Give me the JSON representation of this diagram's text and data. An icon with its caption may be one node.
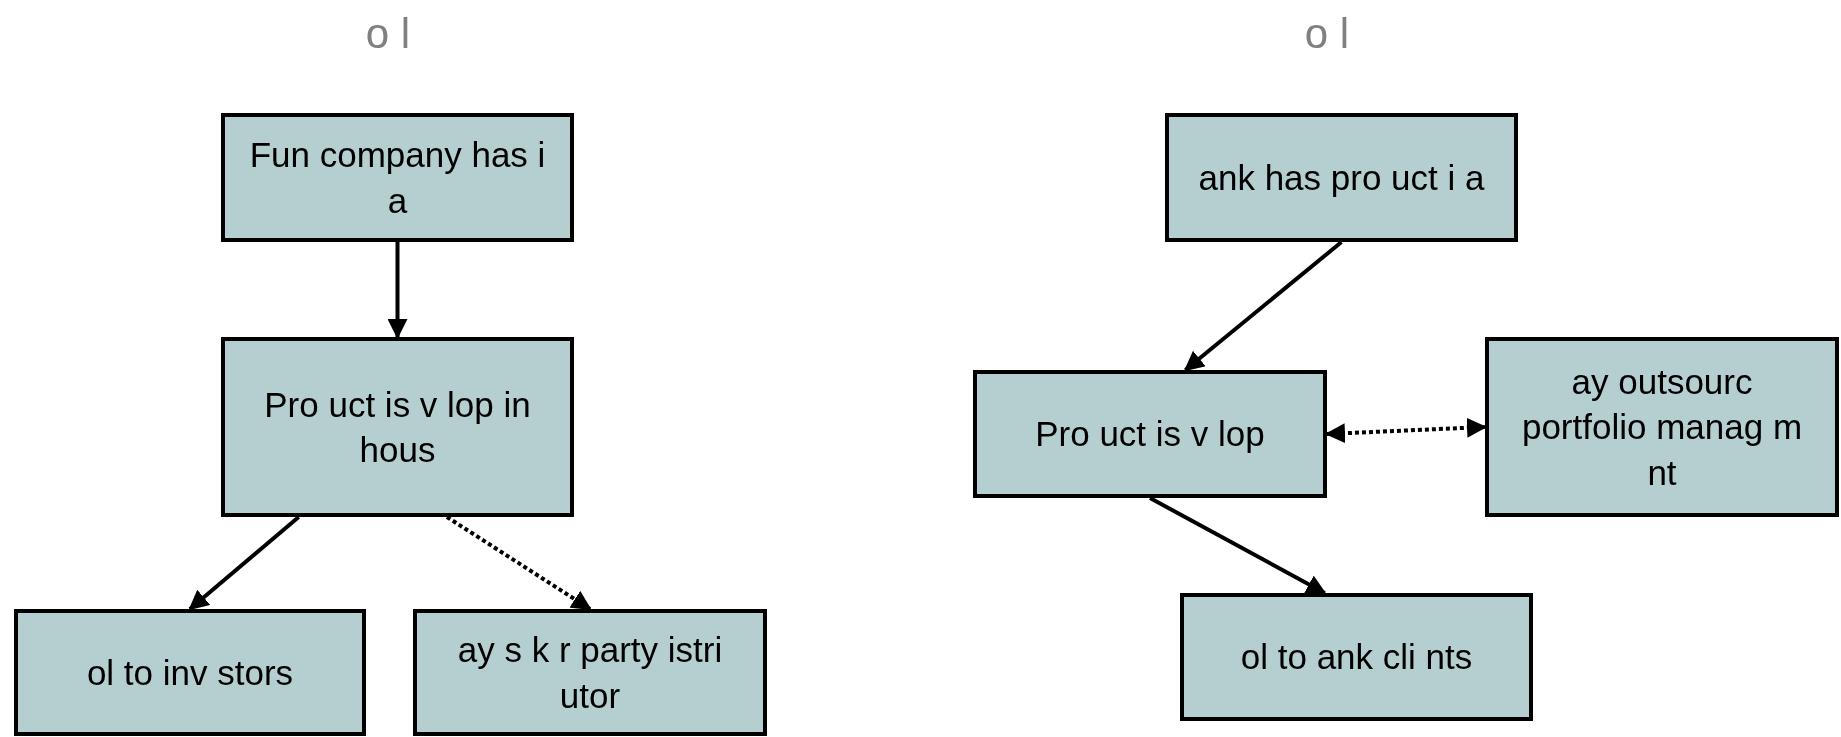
{
  "diagram": {
    "nodes": [
      {
        "text": [
          "Fun company has i a"
        ]
      },
      {
        "text": [
          "Pro uct is v lop in hous"
        ]
      },
      {
        "text": [
          "ol to inv stors"
        ]
      },
      {
        "text": [
          "ay s k r party istri utor"
        ]
      },
      {
        "text": [
          "ank has pro uct i a"
        ]
      },
      {
        "text": [
          "Pro uct is v lop"
        ]
      },
      {
        "text": [
          "ay outsourc portfolio manag m nt"
        ]
      },
      {
        "text": [
          "ol to ank cli nts"
        ]
      }
    ],
    "edges": [
      {
        "from": 0,
        "to": 1,
        "arrow": "to"
      },
      {
        "from": 1,
        "to": 2,
        "arrow": "to"
      },
      {
        "from": 1,
        "to": 3,
        "arrow": "to",
        "style": "dashed"
      },
      {
        "from": 4,
        "to": 5,
        "arrow": "to"
      },
      {
        "from": 5,
        "to": 6,
        "arrow": "both",
        "style": "dashed"
      },
      {
        "from": 5,
        "to": 7,
        "arrow": "to"
      }
    ],
    "labels": [
      "o l",
      "o l"
    ]
  }
}
